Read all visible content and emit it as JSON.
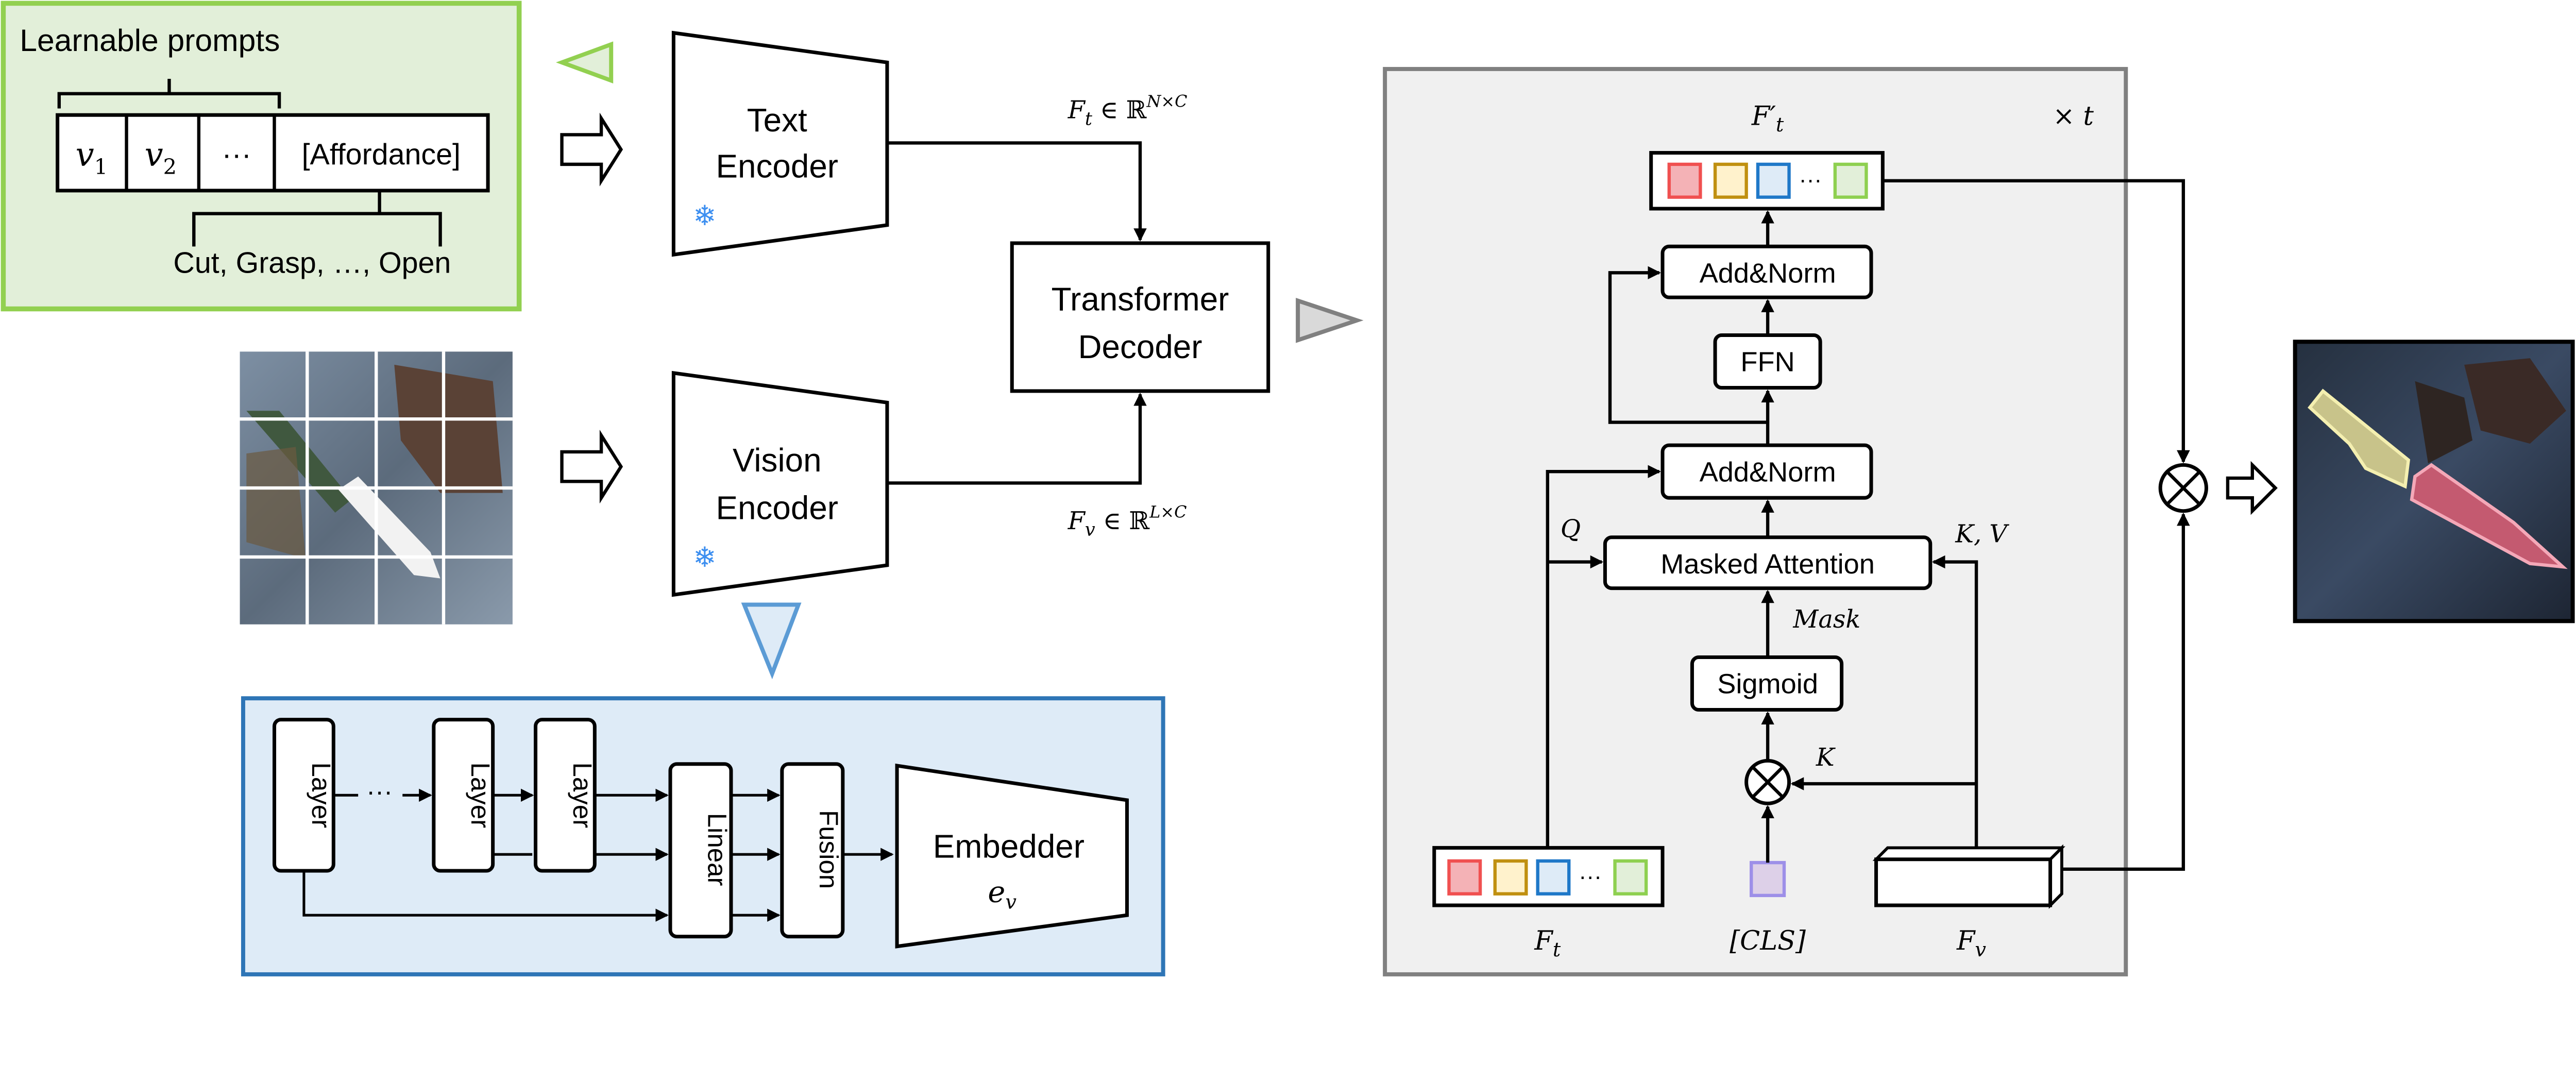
{
  "prompt_panel": {
    "title": "Learnable prompts",
    "tokens": [
      "v",
      "v",
      "···",
      "[Affordance]"
    ],
    "token_subscripts": [
      "1",
      "2"
    ],
    "affordances": "Cut, Grasp, …, Open",
    "fill_color": "#e2efd9",
    "border_color": "#92d050"
  },
  "text_encoder": {
    "line1": "Text",
    "line2": "Encoder",
    "icon": "snowflake-icon"
  },
  "vision_encoder": {
    "line1": "Vision",
    "line2": "Encoder",
    "icon": "snowflake-icon"
  },
  "snowflake_color": "#3d8ff0",
  "text_feature_label": {
    "symbol": "F",
    "sub": "t",
    "rel": " ∈ ℝ",
    "sup": "N×C"
  },
  "vision_feature_label": {
    "symbol": "F",
    "sub": "v",
    "rel": " ∈ ℝ",
    "sup": "L×C"
  },
  "decoder": {
    "line1": "Transformer",
    "line2": "Decoder"
  },
  "vision_detail": {
    "layers": [
      "Layer",
      "Layer",
      "Layer"
    ],
    "dots": "···",
    "linear": "Linear",
    "fusion": "Fusion",
    "embedder": "Embedder",
    "embedder_symbol": "e",
    "embedder_sub": "v",
    "fill_color": "#deebf7",
    "border_color": "#2e75b6"
  },
  "decoder_detail": {
    "output_label": "F",
    "output_sub": "t",
    "output_prime": "′",
    "repeat_label": "× t",
    "add_norm_top": "Add&Norm",
    "ffn": "FFN",
    "add_norm_bottom": "Add&Norm",
    "masked_attention": "Masked Attention",
    "sigmoid": "Sigmoid",
    "q_label": "Q",
    "kv_label": "K, V",
    "mask_label": "Mask",
    "k_label": "K",
    "cls_label": "[CLS]",
    "ft_label": "F",
    "ft_sub": "t",
    "fv_label": "F",
    "fv_sub": "v",
    "dots": "···",
    "token_colors": [
      "#f05050",
      "#c09010",
      "#1f78c8",
      "#8ed050"
    ],
    "cls_color": "#9d8fe8",
    "fill_color": "#f0f0f0",
    "border_color": "#808080"
  }
}
